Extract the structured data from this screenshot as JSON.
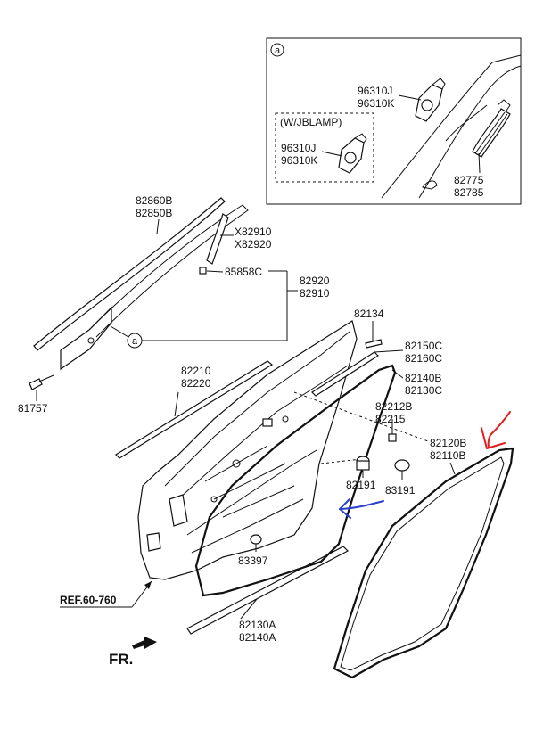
{
  "inset": {
    "marker": "a",
    "group_label": "(W/JBLAMP)",
    "parts": {
      "p96310_top_j": "96310J",
      "p96310_top_k": "96310K",
      "p96310_grp_j": "96310J",
      "p96310_grp_k": "96310K",
      "p82775": "82775",
      "p82785": "82785"
    }
  },
  "callout_marker": "a",
  "parts": {
    "p82860B": "82860B",
    "p82850B": "82850B",
    "pX82910": "X82910",
    "pX82920": "X82920",
    "p85858C": "85858C",
    "p82920": "82920",
    "p82910": "82910",
    "p81757": "81757",
    "p82134": "82134",
    "p82150C": "82150C",
    "p82160C": "82160C",
    "p82140B": "82140B",
    "p82130C": "82130C",
    "p82210": "82210",
    "p82220": "82220",
    "p82212B": "82212B",
    "p82215": "82215",
    "p82120B": "82120B",
    "p82110B": "82110B",
    "p82191": "82191",
    "p83191": "83191",
    "p83397": "83397",
    "p82130A": "82130A",
    "p82140A": "82140A"
  },
  "reference": "REF.60-760",
  "direction": "FR.",
  "annotations": {
    "red_arrow_color": "#e02020",
    "blue_arrow_color": "#2a3fd0"
  }
}
